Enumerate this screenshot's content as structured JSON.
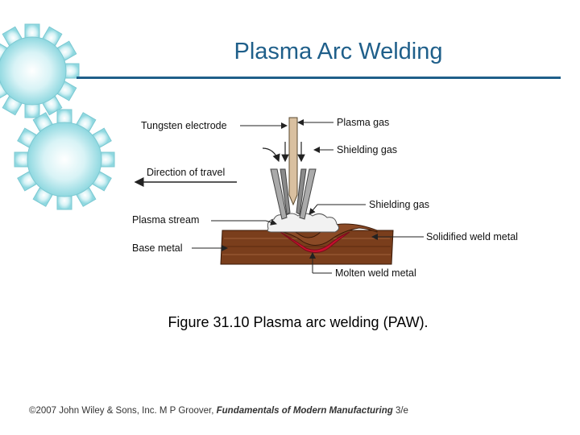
{
  "slide": {
    "title": "Plasma Arc Welding",
    "caption": "Figure 31.10  Plasma arc welding (PAW).",
    "footer": {
      "copyright": "©2007 John Wiley & Sons, Inc.  M P Groover, ",
      "book_title": "Fundamentals of Modern Manufacturing",
      "edition": " 3/e"
    }
  },
  "diagram": {
    "labels": {
      "tungsten_electrode": "Tungsten electrode",
      "direction_of_travel": "Direction of travel",
      "plasma_stream": "Plasma stream",
      "base_metal": "Base metal",
      "plasma_gas": "Plasma gas",
      "shielding_gas_top": "Shielding gas",
      "shielding_gas_right": "Shielding gas",
      "solidified_weld_metal": "Solidified weld metal",
      "molten_weld_metal": "Molten weld metal"
    }
  },
  "colors": {
    "title_blue": "#1f5f8a",
    "gear_cyan": "#8fd8e0",
    "base_metal_brown": "#7a3e1c",
    "molten_red": "#c8102e",
    "electrode_tan": "#d9c0a0"
  },
  "icons": [
    "gear-icon",
    "gear-icon"
  ]
}
